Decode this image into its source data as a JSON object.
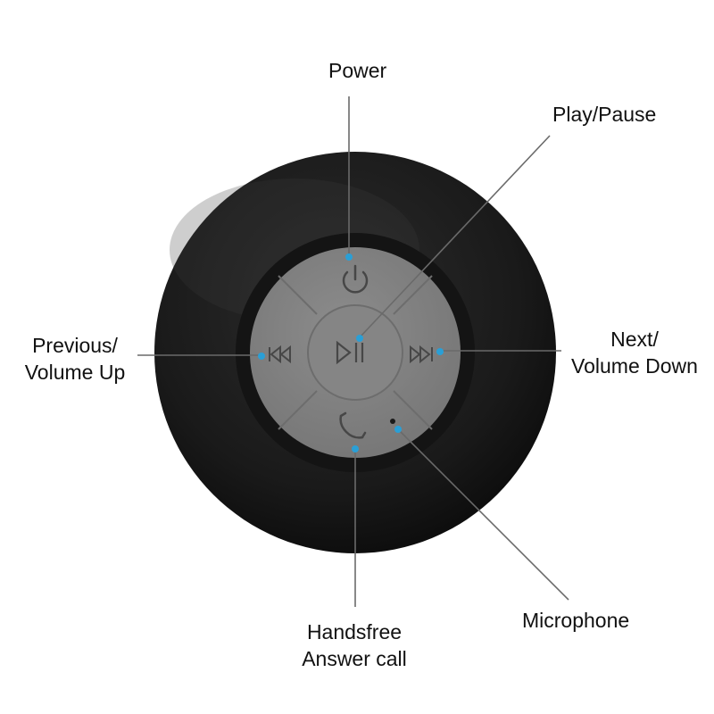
{
  "colors": {
    "callout_line": "#6a6a6a",
    "callout_dot": "#2a9fd6",
    "speaker_body": "#1d1d1d",
    "button_panel": "#828282",
    "symbol": "#474747"
  },
  "labels": {
    "power": "Power",
    "play_pause": "Play/Pause",
    "previous_line1": "Previous/",
    "previous_line2": "Volume Up",
    "next_line1": "Next/",
    "next_line2": "Volume Down",
    "handsfree_line1": "Handsfree",
    "handsfree_line2": "Answer call",
    "microphone": "Microphone"
  },
  "icons": [
    "power-icon",
    "play-pause-icon",
    "previous-icon",
    "next-icon",
    "phone-icon",
    "microphone-hole"
  ]
}
